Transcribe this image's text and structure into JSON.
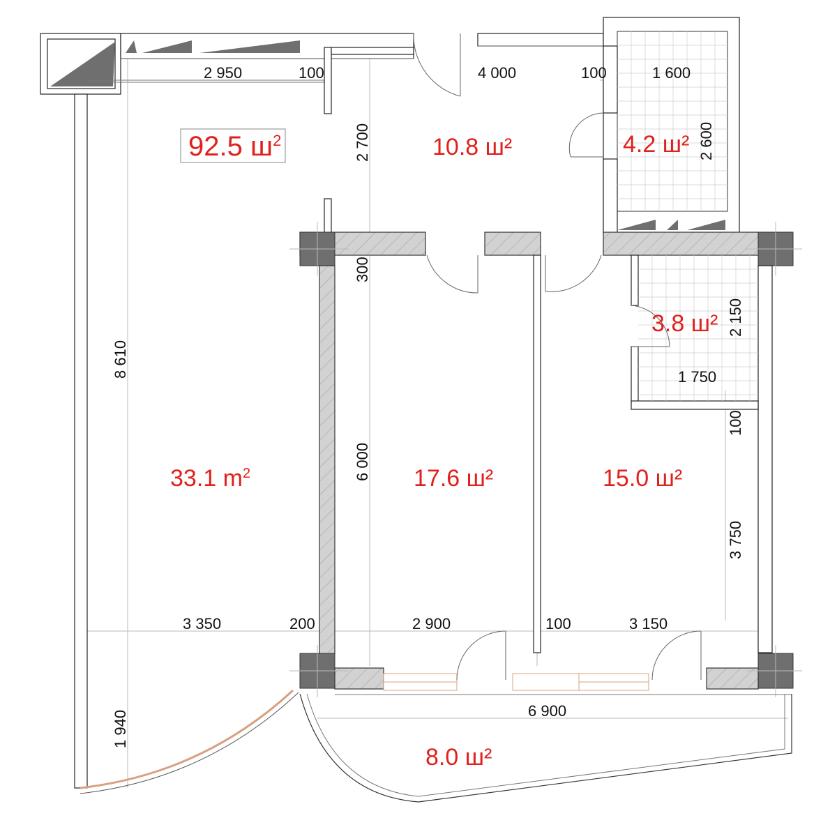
{
  "total_area": {
    "value": "92.5",
    "unit": "ш",
    "sup": "2"
  },
  "rooms": [
    {
      "id": "living",
      "value": "33.1",
      "unit": "m",
      "sup": "2"
    },
    {
      "id": "hall",
      "value": "10.8",
      "unit": "ш²"
    },
    {
      "id": "bathroom",
      "value": "4.2",
      "unit": "ш²"
    },
    {
      "id": "bedroom-1",
      "value": "17.6",
      "unit": "ш²"
    },
    {
      "id": "bedroom-2",
      "value": "15.0",
      "unit": "ш²"
    },
    {
      "id": "wc",
      "value": "3.8",
      "unit": "ш²"
    },
    {
      "id": "balcony",
      "value": "8.0",
      "unit": "ш²"
    }
  ],
  "dimensions": {
    "top_living_width": "2 950",
    "top_wall_1": "100",
    "top_hall_width": "4 000",
    "top_wall_2": "100",
    "top_bath_width": "1 600",
    "hall_depth": "2 700",
    "bath_depth": "2 600",
    "partition_300": "300",
    "living_depth": "8 610",
    "wc_depth": "2 150",
    "wc_width": "1 750",
    "wc_wall": "100",
    "bedroom_depth": "6 000",
    "bedroom2_depth": "3 750",
    "bottom_living_width": "3 350",
    "bottom_wall_1": "200",
    "bottom_bed1_width": "2 900",
    "bottom_wall_2": "100",
    "bottom_bed2_width": "3 150",
    "balcony_width": "6 900",
    "balcony_depth": "1 940"
  },
  "colors": {
    "area_text": "#e0211d",
    "column": "#6f6f6f",
    "hatch_fill": "#cfcfcf"
  }
}
